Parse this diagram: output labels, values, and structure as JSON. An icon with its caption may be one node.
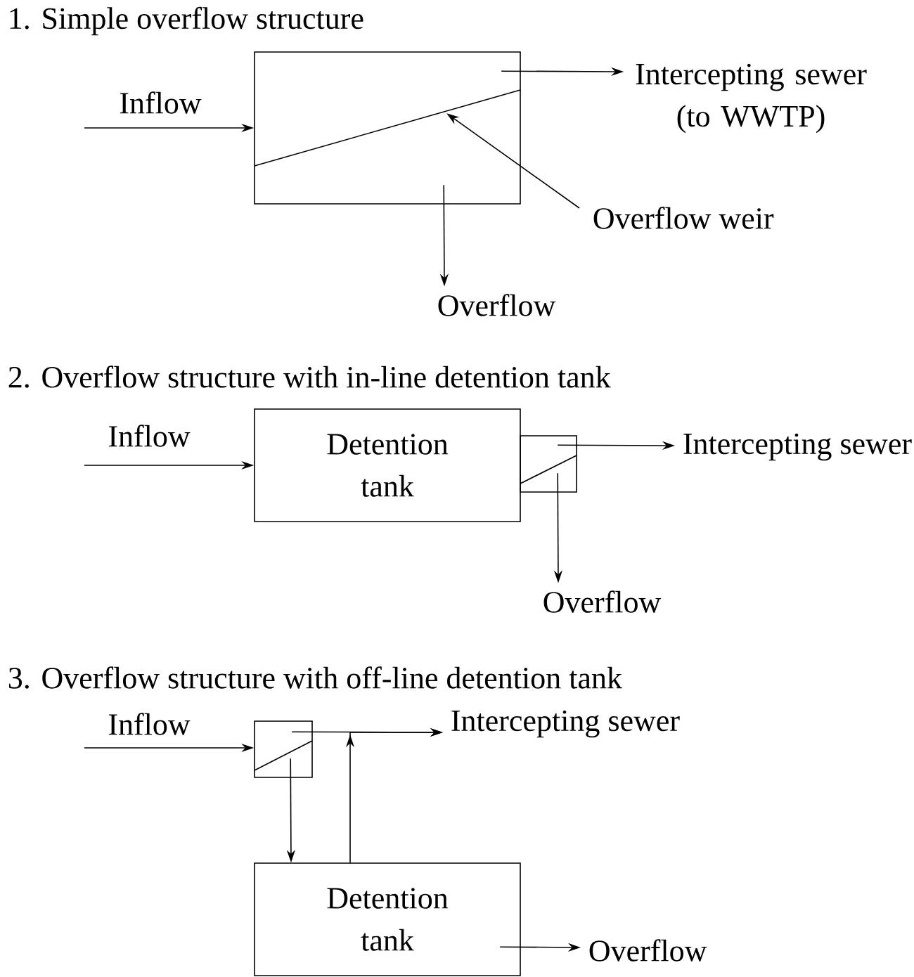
{
  "diagram": {
    "nodes": [
      {
        "text": [],
        "shape": "box"
      },
      {
        "text": [
          "Intercepting sewer (to WWTP)"
        ]
      },
      {
        "text": [
          "Overflow weir"
        ]
      },
      {
        "text": [
          "Overflow"
        ]
      },
      {
        "text": [
          "Detention tank"
        ]
      },
      {
        "text": [],
        "shape": "box"
      },
      {
        "text": [
          "Intercepting sewer"
        ]
      },
      {
        "text": [
          "Overflow"
        ]
      },
      {
        "text": [],
        "shape": "box"
      },
      {
        "text": [
          "Intercepting sewer"
        ]
      },
      {
        "text": [
          "Detention tank"
        ]
      },
      {
        "text": [
          "Overflow"
        ]
      }
    ],
    "edges": [
      {
        "from": null,
        "to": 0,
        "arrow": "to",
        "label": "Inflow"
      },
      {
        "from": 0,
        "to": 1,
        "arrow": "to"
      },
      {
        "from": 2,
        "to": 0,
        "arrow": "to"
      },
      {
        "from": 0,
        "to": 3,
        "arrow": "to"
      },
      {
        "from": null,
        "to": 4,
        "arrow": "to",
        "label": "Inflow"
      },
      {
        "from": 5,
        "to": 6,
        "arrow": "to"
      },
      {
        "from": 5,
        "to": 7,
        "arrow": "to"
      },
      {
        "from": null,
        "to": 8,
        "arrow": "to",
        "label": "Inflow"
      },
      {
        "from": 8,
        "to": 9,
        "arrow": "to"
      },
      {
        "from": 8,
        "to": 10,
        "arrow": "to"
      },
      {
        "from": 10,
        "to": 9,
        "arrow": "to"
      },
      {
        "from": 10,
        "to": 11,
        "arrow": "to"
      }
    ],
    "labels": [
      "1. Simple overflow structure",
      "2. Overflow structure with in-line detention tank",
      "3. Overflow structure with off-line detention tank"
    ]
  }
}
